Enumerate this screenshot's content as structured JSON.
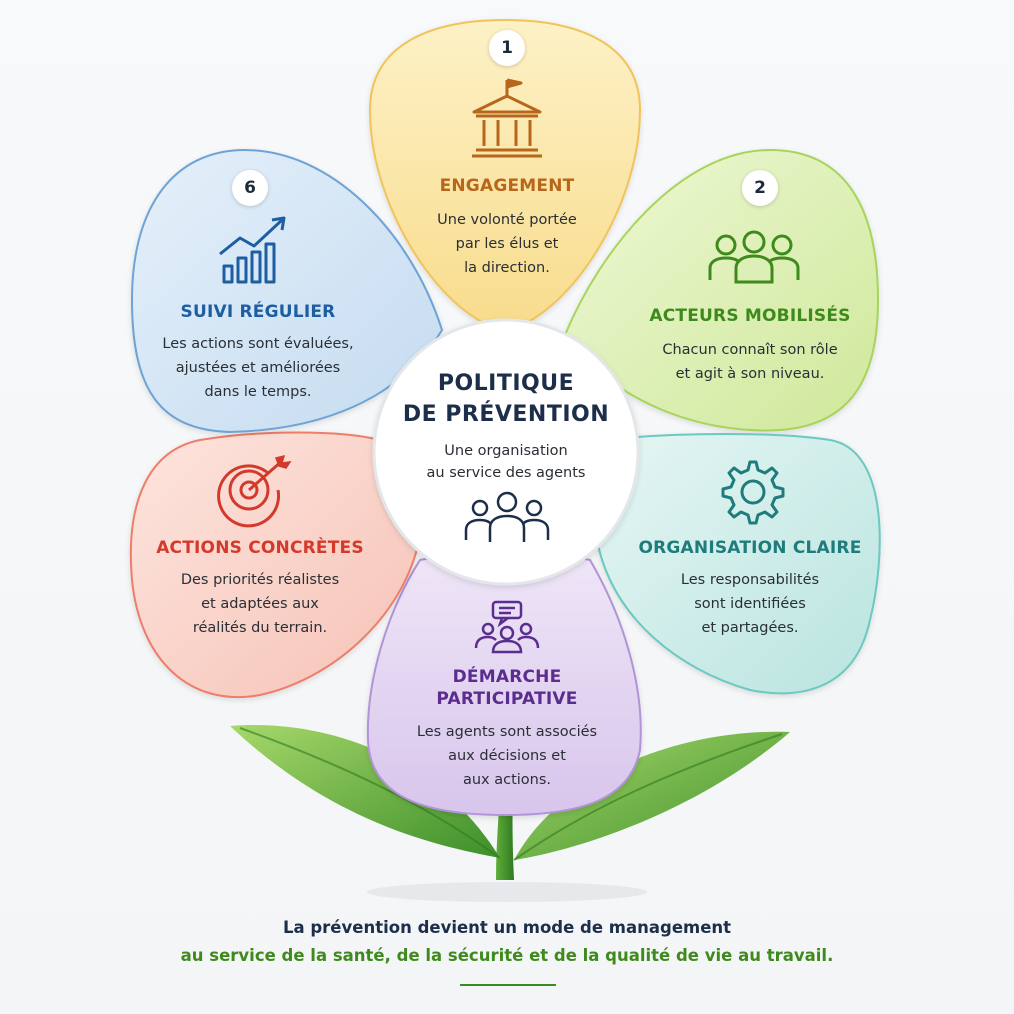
{
  "center": {
    "title": "POLITIQUE\nDE PRÉVENTION",
    "subtitle": "Une organisation\nau service des agents",
    "icon": "group-people-icon"
  },
  "petals": [
    {
      "number": "1",
      "title": "ENGAGEMENT",
      "body": "Une volonté portée\npar les élus et\nla direction.",
      "icon": "institution-building-icon",
      "color": "#b8661b",
      "fill": "#fbe7a8"
    },
    {
      "number": "2",
      "title": "ACTEURS MOBILISÉS",
      "body": "Chacun connaît son rôle\net agit à son niveau.",
      "icon": "team-people-icon",
      "color": "#3f8a1c",
      "fill": "#dcefb6"
    },
    {
      "number": "",
      "title": "ORGANISATION CLAIRE",
      "body": "Les responsabilités\nsont identifiées\net partagées.",
      "icon": "gear-icon",
      "color": "#1f7c7c",
      "fill": "#c8ebe8"
    },
    {
      "number": "",
      "title": "DÉMARCHE\nPARTICIPATIVE",
      "body": "Les agents sont associés\naux décisions et\naux actions.",
      "icon": "discussion-group-icon",
      "color": "#5b2d8e",
      "fill": "#e2d4ef"
    },
    {
      "number": "",
      "title": "ACTIONS CONCRÈTES",
      "body": "Des priorités réalistes\net adaptées aux\nréalités du terrain.",
      "icon": "target-icon",
      "color": "#d33a2c",
      "fill": "#f9d5cd"
    },
    {
      "number": "6",
      "title": "SUIVI RÉGULIER",
      "body": "Les actions sont évaluées,\najustées et améliorées\ndans le temps.",
      "icon": "growth-chart-icon",
      "color": "#1d5ea3",
      "fill": "#d2e4f4"
    }
  ],
  "footer": {
    "line1": "La prévention devient un mode de management",
    "line2": "au service de la santé, de la sécurité et de la qualité de vie au travail."
  }
}
